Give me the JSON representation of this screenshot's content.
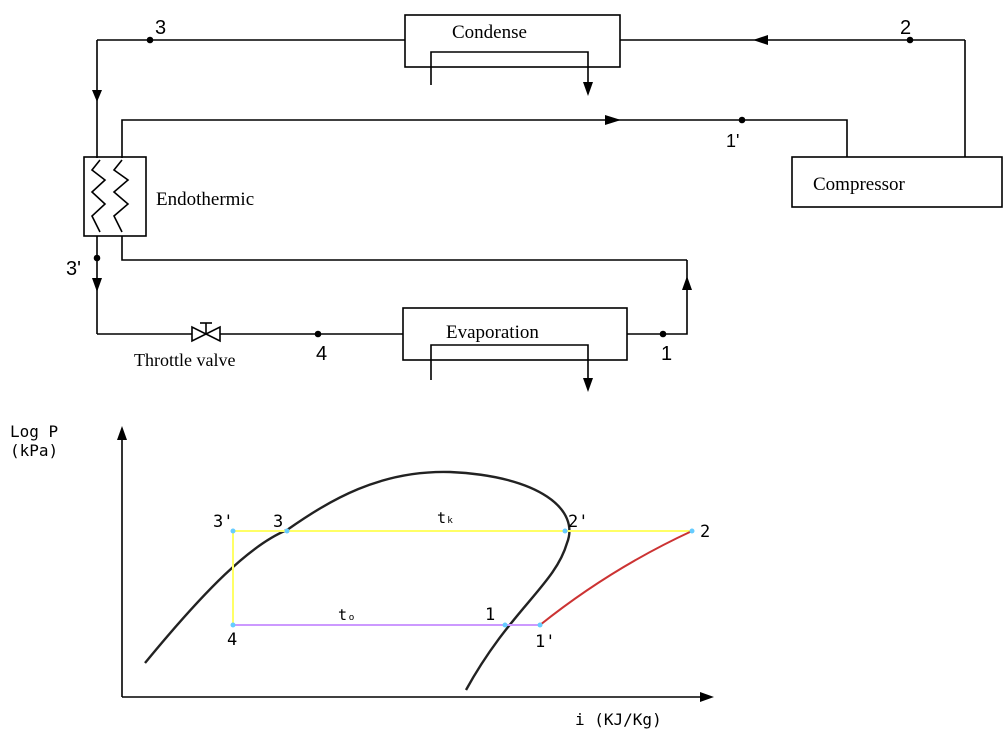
{
  "cycle": {
    "components": {
      "condenser": "Condense",
      "compressor": "Compressor",
      "heat_exchanger": "Endothermic",
      "evaporator": "Evaporation",
      "throttle": "Throttle valve"
    },
    "points": {
      "p3": "3",
      "p2": "2",
      "p1prime": "1'",
      "p3prime": "3'",
      "p4": "4",
      "p1": "1"
    }
  },
  "ph_chart": {
    "y_label_line1": "Log P",
    "y_label_line2": "(kPa)",
    "x_label": "i (KJ/Kg)",
    "point_labels": {
      "p3prime": "3'",
      "p3": "3",
      "p2prime": "2'",
      "p2": "2",
      "p4": "4",
      "p1": "1",
      "p1prime": "1'"
    },
    "tc": "tₖ",
    "te": "tₒ"
  },
  "colors": {
    "line": "#000000",
    "condensing_line": "#ffff66",
    "evap_line": "#cc99ff",
    "compression_line": "#cc3333",
    "subcool_line": "#ffff66",
    "point_marker": "#66ccff"
  }
}
